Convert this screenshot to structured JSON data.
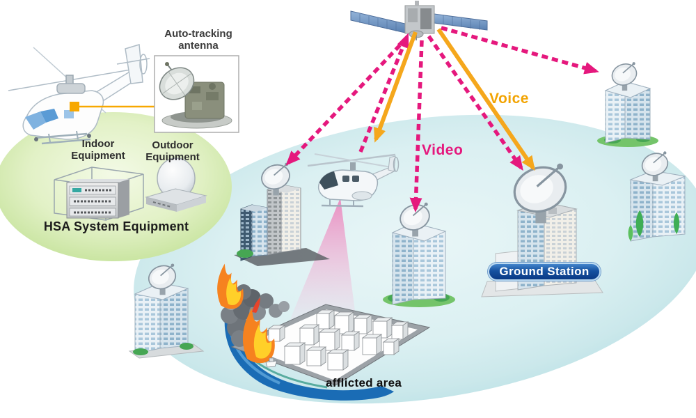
{
  "labels": {
    "auto_tracking_1": "Auto-tracking",
    "auto_tracking_2": "antenna",
    "indoor_1": "Indoor",
    "indoor_2": "Equipment",
    "outdoor_1": "Outdoor",
    "outdoor_2": "Equipment",
    "hsa": "HSA System Equipment",
    "voice": "Voice",
    "video": "Video",
    "ground_station": "Ground Station",
    "afflicted": "afflicted area"
  },
  "colors": {
    "voice_accent": "#F5A71C",
    "video_accent": "#E5187D",
    "ground_station_badge": "#10459B",
    "coverage_zone": "#D5EDF0",
    "equipment_zone": "#DDEFC2",
    "river": "#1A6CB5"
  },
  "scene": {
    "nodes": [
      {
        "id": "satellite",
        "icon": "satellite-icon"
      },
      {
        "id": "hsa-helicopter",
        "icon": "helicopter-sketch-icon"
      },
      {
        "id": "auto-tracking-antenna",
        "icon": "auto-tracking-antenna-photo"
      },
      {
        "id": "indoor-equipment",
        "icon": "equipment-rack-icon"
      },
      {
        "id": "outdoor-equipment",
        "icon": "dome-antenna-icon"
      },
      {
        "id": "relay-helicopter",
        "icon": "relay-helicopter-icon"
      },
      {
        "id": "ground-station",
        "icon": "ground-station-building-icon"
      },
      {
        "id": "west-city-building",
        "icon": "building-with-dish-icon"
      },
      {
        "id": "south-city-building",
        "icon": "building-with-dish-icon"
      },
      {
        "id": "southwest-city-building",
        "icon": "building-with-dish-icon"
      },
      {
        "id": "northeast-city-building",
        "icon": "building-with-dish-icon"
      },
      {
        "id": "east-city-building",
        "icon": "building-with-dish-icon"
      },
      {
        "id": "afflicted-area",
        "icon": "burning-city-icon"
      }
    ],
    "links": [
      {
        "from": "satellite",
        "to": "west-city-building",
        "signal": "video",
        "style": "pink-dashed"
      },
      {
        "from": "relay-helicopter",
        "to": "satellite",
        "signal": "video",
        "style": "pink-dashed"
      },
      {
        "from": "satellite",
        "to": "relay-helicopter",
        "signal": "voice",
        "style": "orange-solid"
      },
      {
        "from": "satellite",
        "to": "south-city-building",
        "signal": "video",
        "style": "pink-dashed"
      },
      {
        "from": "satellite",
        "to": "ground-station",
        "signal": "video",
        "style": "pink-dashed"
      },
      {
        "from": "satellite",
        "to": "ground-station",
        "signal": "voice",
        "style": "orange-solid"
      },
      {
        "from": "satellite",
        "to": "northeast-city-building",
        "signal": "video",
        "style": "pink-dashed"
      },
      {
        "from": "relay-helicopter",
        "to": "afflicted-area",
        "signal": "camera-view",
        "style": "pink-beam"
      },
      {
        "from": "hsa-helicopter",
        "to": "auto-tracking-antenna",
        "style": "orange-callout"
      }
    ]
  }
}
